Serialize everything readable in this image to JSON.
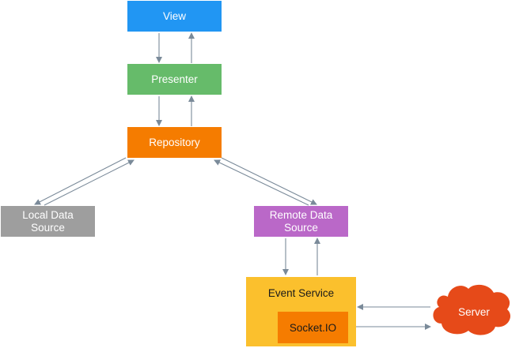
{
  "nodes": {
    "view": {
      "label": "View",
      "color": "#2196f3"
    },
    "presenter": {
      "label": "Presenter",
      "color": "#66bb6a"
    },
    "repository": {
      "label": "Repository",
      "color": "#f57c00"
    },
    "local_data_source": {
      "line1": "Local Data",
      "line2": "Source",
      "color": "#9e9e9e"
    },
    "remote_data_source": {
      "line1": "Remote Data",
      "line2": "Source",
      "color": "#ba68c8"
    },
    "event_service": {
      "label": "Event Service",
      "color": "#fbc02d"
    },
    "socket_io": {
      "label": "Socket.IO",
      "color": "#f57c00"
    },
    "server": {
      "label": "Server",
      "color": "#e64a19"
    }
  },
  "edge_color": "#7a8a99"
}
